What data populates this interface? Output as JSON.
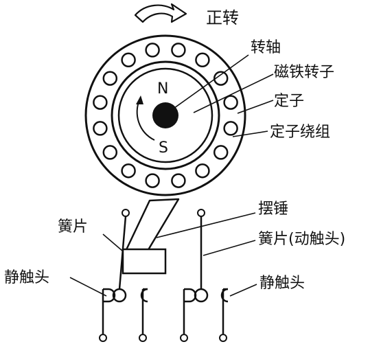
{
  "labels": {
    "rotation": "正转",
    "shaft": "转轴",
    "magnet_rotor": "磁铁转子",
    "stator": "定子",
    "stator_winding": "定子绕组",
    "north_pole": "N",
    "south_pole": "S",
    "pendulum": "摆锤",
    "reed_left": "簧片",
    "reed_moving_contact": "簧片(动触头)",
    "static_contact_left": "静触头",
    "static_contact_right": "静触头"
  },
  "colors": {
    "stroke": "#111111",
    "fill": "#111111",
    "background": "#ffffff"
  },
  "stator_winding_slots": 16
}
